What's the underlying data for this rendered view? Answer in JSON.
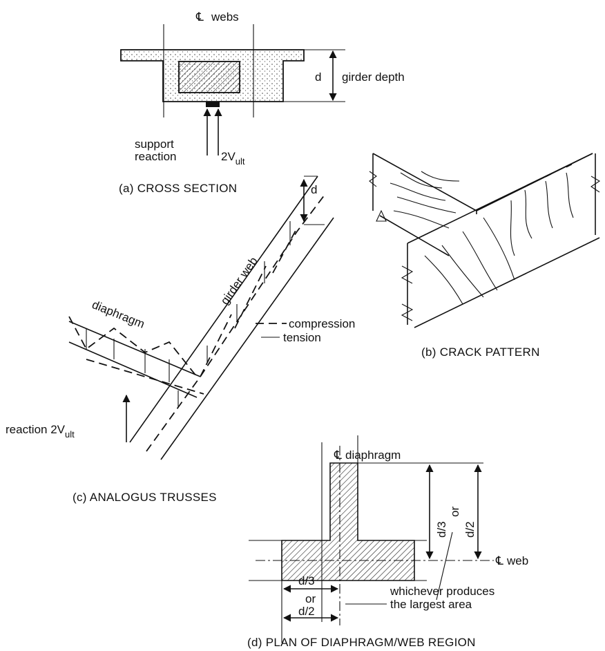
{
  "panel_a": {
    "cl_symbol": "℄",
    "cl_label": "webs",
    "d_label": "d",
    "depth_label": "girder depth",
    "support_line1": "support",
    "support_line2": "reaction",
    "reaction_main": "2V",
    "reaction_sub": "ult",
    "caption": "(a) CROSS SECTION"
  },
  "panel_b": {
    "caption": "(b) CRACK PATTERN"
  },
  "panel_c": {
    "d_label": "d",
    "web_label": "girder web",
    "diaphragm_label": "diaphragm",
    "legend_compression": "compression",
    "legend_tension": "tension",
    "reaction_prefix": "reaction 2V",
    "reaction_sub": "ult",
    "caption": "(c) ANALOGUS TRUSSES"
  },
  "panel_d": {
    "cl_symbol": "℄",
    "cl_diaphragm_label": "diaphragm",
    "cl_web_label": "web",
    "vert_top": "d/3",
    "vert_or": "or",
    "vert_bottom": "d/2",
    "horiz_top": "d/3",
    "horiz_or": "or",
    "horiz_bottom": "d/2",
    "note_line1": "whichever produces",
    "note_line2": "the largest area",
    "caption": "(d) PLAN OF DIAPHRAGM/WEB REGION"
  }
}
